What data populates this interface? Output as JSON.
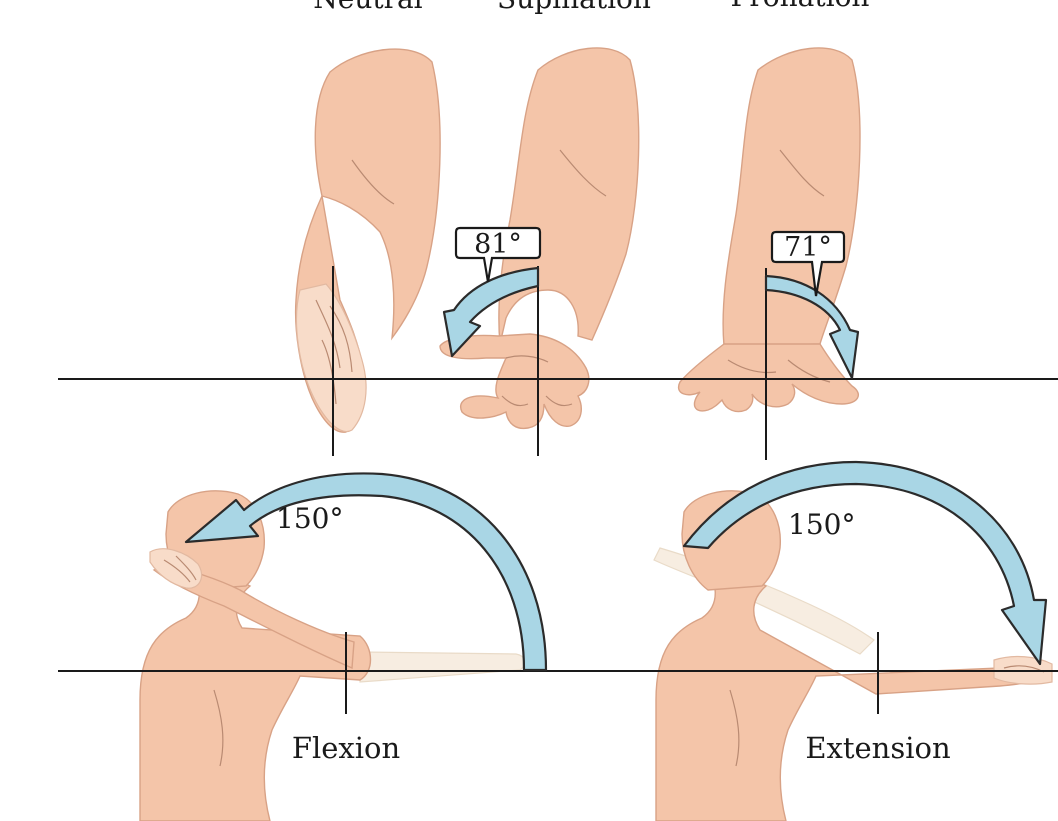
{
  "top_row": {
    "neutral_label": "Neutral",
    "supination_label": "Supination",
    "pronation_label": "Pronation",
    "supination_angle": "81°",
    "pronation_angle": "71°"
  },
  "bottom_row": {
    "flexion_angle": "150°",
    "extension_angle": "150°",
    "flexion_label": "Flexion",
    "extension_label": "Extension"
  },
  "colors": {
    "skin": "#f4c5a9",
    "arrow": "#a9d6e5",
    "line": "#1a1a1a"
  }
}
